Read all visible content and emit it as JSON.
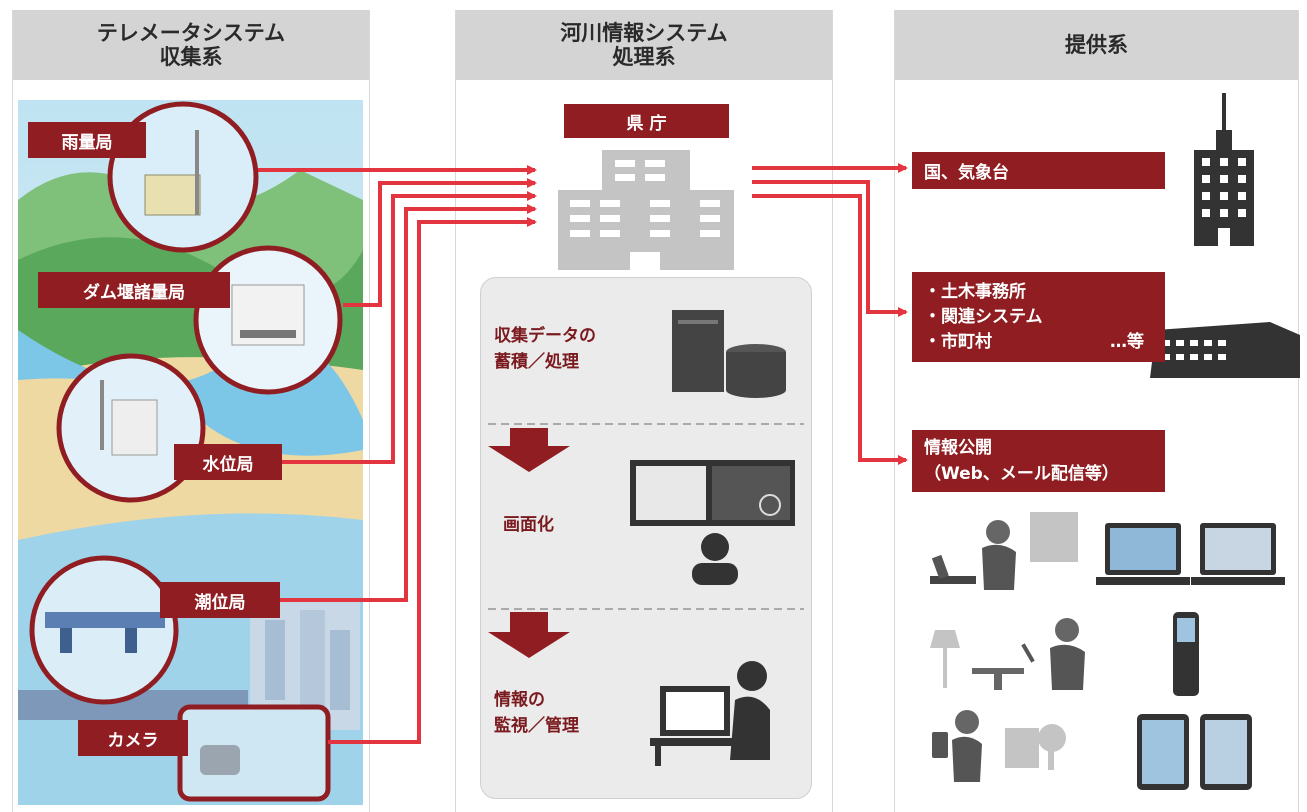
{
  "columns": {
    "collect": {
      "line1": "テレメータシステム",
      "line2": "収集系"
    },
    "process": {
      "line1": "河川情報システム",
      "line2": "処理系"
    },
    "provide": {
      "line1": "提供系"
    }
  },
  "stations": {
    "rain": "雨量局",
    "dam": "ダム堰諸量局",
    "water": "水位局",
    "tide": "潮位局",
    "camera": "カメラ"
  },
  "center": {
    "prefecture": "県 庁",
    "step1_line1": "収集データの",
    "step1_line2": "蓄積／処理",
    "step2": "画面化",
    "step3_line1": "情報の",
    "step3_line2": "監視／管理"
  },
  "outputs": {
    "national": "国、気象台",
    "office_1": "・土木事務所",
    "office_2": "・関連システム",
    "office_3": "・市町村",
    "office_etc": "…等",
    "public_1": "情報公開",
    "public_2": "（Web、メール配信等）"
  },
  "colors": {
    "accent_red": "#8f1d21",
    "arrow_red": "#e2353f",
    "panel_gray": "#d4d4d4"
  }
}
